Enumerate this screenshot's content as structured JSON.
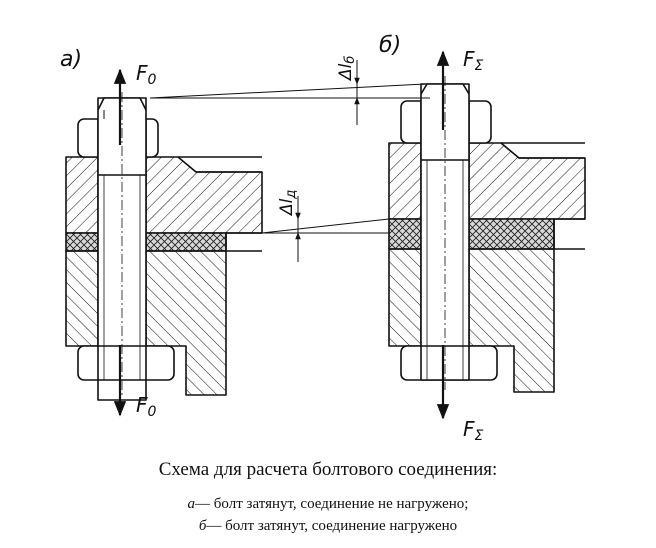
{
  "labels": {
    "panel_a": "а)",
    "panel_b": "б)",
    "force_a_top": "F",
    "force_a_top_sub": "0",
    "force_a_bottom": "F",
    "force_a_bottom_sub": "0",
    "force_b_top": "F",
    "force_b_top_sub": "Σ",
    "force_b_bottom": "F",
    "force_b_bottom_sub": "Σ",
    "delta_bolt": "Δl",
    "delta_bolt_sub": "б",
    "delta_joint": "Δl",
    "delta_joint_sub": "д"
  },
  "caption": {
    "title": "Схема для расчета болтового соединения:",
    "a_letter": "а",
    "a_text": "— болт затянут, соединение не нагружено;",
    "b_letter": "б",
    "b_text": "— болт затянут, соединение нагружено"
  },
  "colors": {
    "ink": "#111111",
    "background": "#ffffff"
  }
}
